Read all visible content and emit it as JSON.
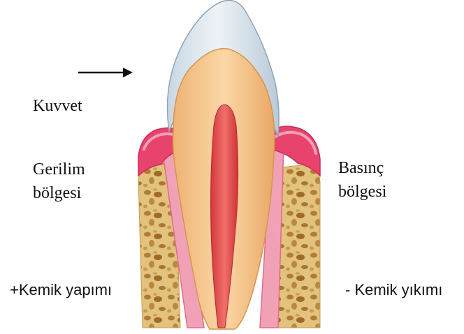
{
  "labels": {
    "force": "Kuvvet",
    "tension_zone": [
      "Gerilim",
      "bölgesi"
    ],
    "pressure_zone": [
      "Basınç",
      "bölgesi"
    ],
    "bone_formation": "+Kemik yapımı",
    "bone_resorption": "- Kemik yıkımı"
  },
  "icons": {
    "force_arrow": "arrow-right-icon"
  },
  "colors": {
    "enamel": "#dbe6ee",
    "dentin": "#f3c58f",
    "pulp": "#e0484a",
    "gingiva": "#e6436a",
    "ligament": "#f4a6b8",
    "bone": "#d9b56b",
    "bone_pores": "#a9782e"
  }
}
